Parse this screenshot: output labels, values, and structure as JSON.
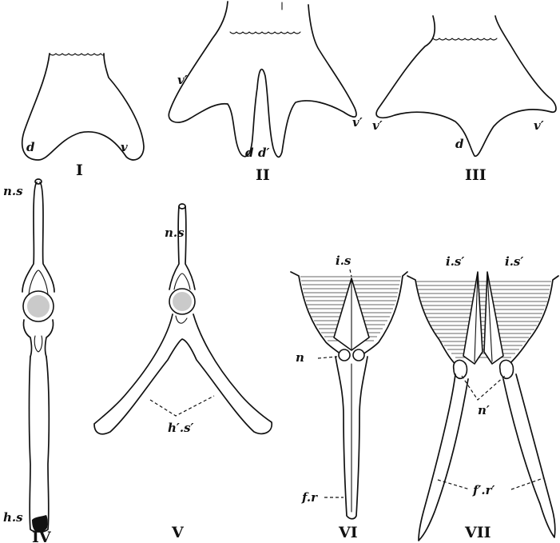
{
  "figures": [
    {
      "numeral": "I",
      "labels": [
        "d",
        "v"
      ]
    },
    {
      "numeral": "II",
      "labels": [
        "v′",
        "v′",
        "d",
        "d′"
      ]
    },
    {
      "numeral": "III",
      "labels": [
        "v′",
        "v′",
        "d"
      ]
    },
    {
      "numeral": "IV",
      "labels": [
        "n.s",
        "h.s"
      ]
    },
    {
      "numeral": "V",
      "labels": [
        "n.s",
        "h′.s′"
      ]
    },
    {
      "numeral": "VI",
      "labels": [
        "i.s",
        "n",
        "f.r"
      ]
    },
    {
      "numeral": "VII",
      "labels": [
        "i.s′",
        "i.s′",
        "n′",
        "f′.r′"
      ]
    }
  ]
}
